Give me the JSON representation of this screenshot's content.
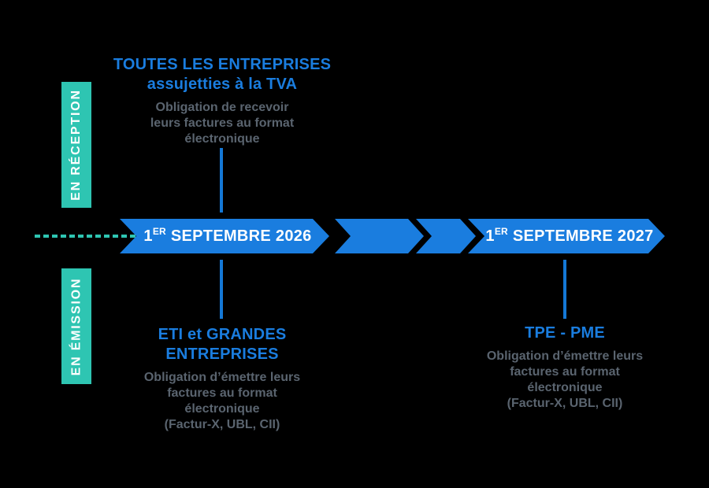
{
  "colors": {
    "background": "#000000",
    "accent_blue": "#1A7DDF",
    "accent_teal": "#2EC5B2",
    "body_text_gray": "#5A646F",
    "banner_text_white": "#FFFFFF"
  },
  "side_labels": {
    "reception": "EN RÉCEPTION",
    "emission": "EN ÉMISSION"
  },
  "timeline": {
    "milestones": [
      {
        "day": "1",
        "ordinal": "ER",
        "date_rest": "SEPTEMBRE 2026"
      },
      {
        "day": "1",
        "ordinal": "ER",
        "date_rest": "SEPTEMBRE 2027"
      }
    ]
  },
  "annotations": {
    "reception_all": {
      "heading": "TOUTES LES ENTREPRISES\nassujetties à la TVA",
      "body": "Obligation de recevoir\nleurs factures au format\nélectronique"
    },
    "emission_2026": {
      "heading": "ETI et GRANDES\nENTREPRISES",
      "body": "Obligation d’émettre leurs\nfactures au format\nélectronique\n(Factur-X, UBL, CII)"
    },
    "emission_2027": {
      "heading": "TPE - PME",
      "body": "Obligation d’émettre leurs\nfactures au format\nélectronique\n(Factur-X, UBL, CII)"
    }
  }
}
